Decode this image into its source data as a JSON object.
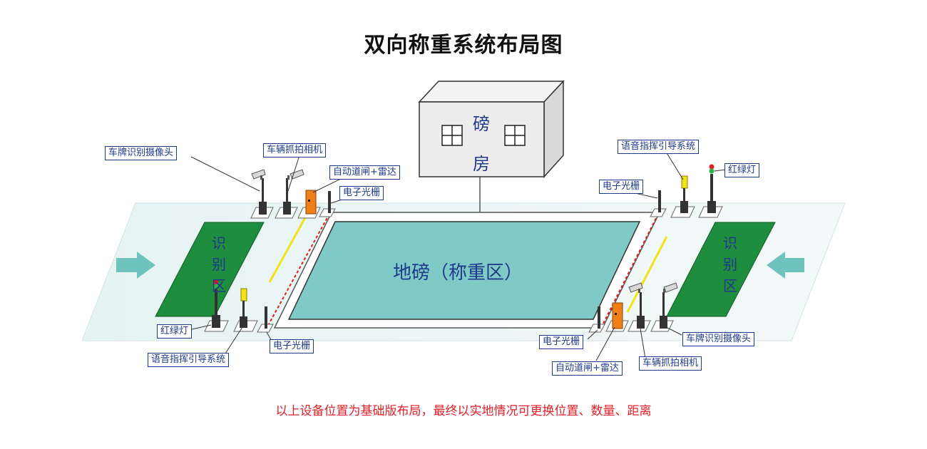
{
  "title": "双向称重系统布局图",
  "building": {
    "label_top": "磅",
    "label_bottom": "房"
  },
  "platform": {
    "label": "地磅（称重区）"
  },
  "recognition_zone": {
    "chars": [
      "识",
      "别",
      "区"
    ]
  },
  "labels": {
    "plate_camera": "车牌识别摄像头",
    "vehicle_camera": "车辆抓拍相机",
    "barrier_radar": "自动道闸+雷达",
    "light_curtain": "电子光栅",
    "voice_guide": "语音指挥引导系统",
    "traffic_light": "红绿灯"
  },
  "footer_note": "以上设备位置为基础版布局，最终以实地情况可更换位置、数量、距离",
  "colors": {
    "road": "#eef6f6",
    "scale": "#7fcac6",
    "zone": "#1e8e3e",
    "arrow": "#6ec3bd",
    "barrier": "#f07f1a",
    "label_border": "#1f3a8a",
    "footer_text": "#e0202a"
  }
}
